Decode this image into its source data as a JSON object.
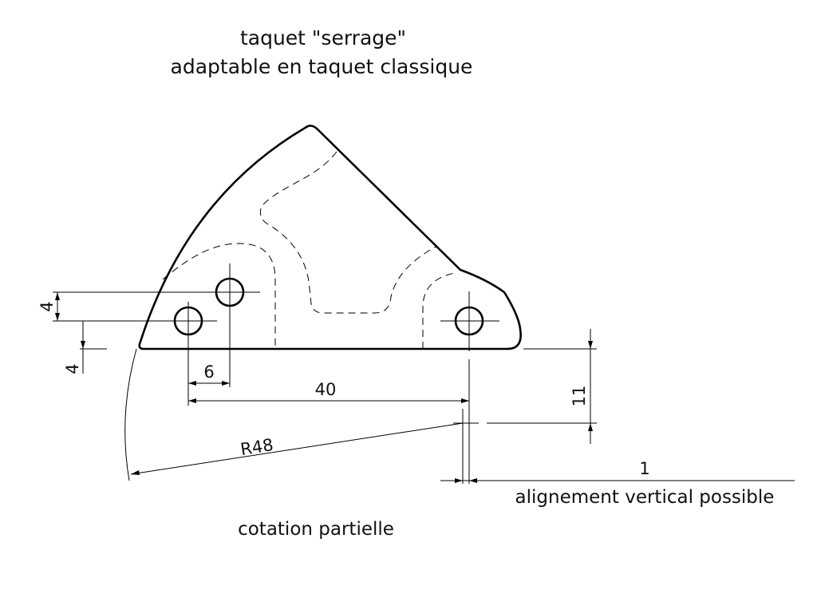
{
  "title": {
    "line1": "taquet \"serrage\"",
    "line2": "adaptable en taquet classique"
  },
  "dimensions": {
    "hole_offset_vertical_upper": "4",
    "hole_offset_vertical_lower": "4",
    "hole_spacing_horizontal": "6",
    "hole_span": "40",
    "height_11": "11",
    "radius": "R48",
    "offset_1": "1"
  },
  "notes": {
    "alignment": "alignement vertical possible",
    "partial": "cotation partielle"
  },
  "colors": {
    "line": "#000000",
    "background": "#ffffff"
  }
}
